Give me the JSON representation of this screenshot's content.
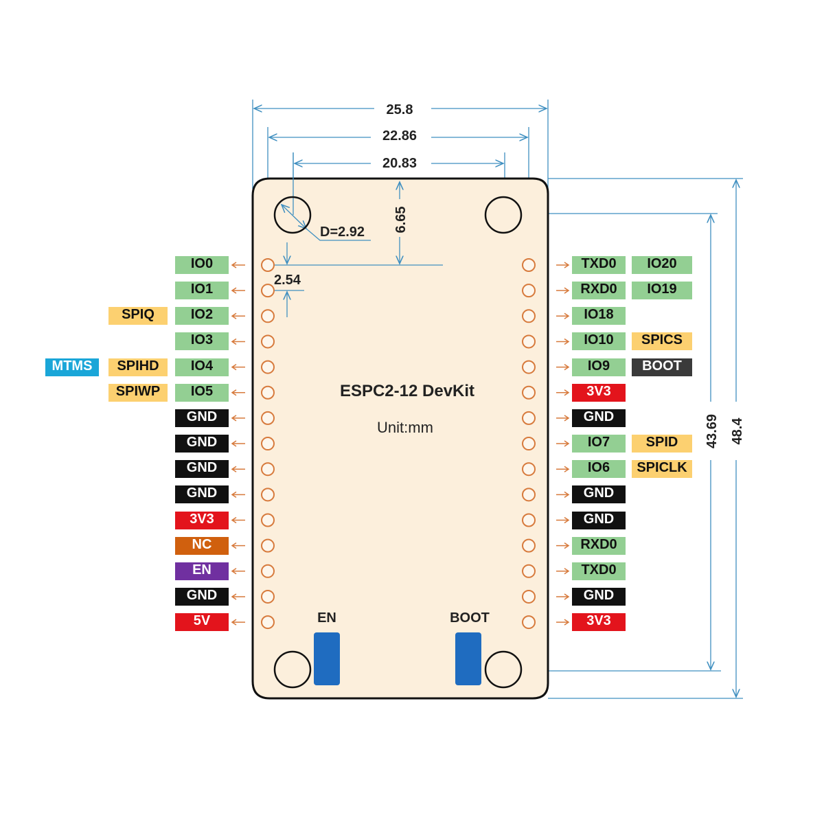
{
  "board": {
    "title": "ESPC2-12 DevKit",
    "unit": "Unit:mm",
    "button_en": "EN",
    "button_boot": "BOOT"
  },
  "dimensions": {
    "overall_width": "25.8",
    "pin_row_spacing": "22.86",
    "hole_spacing_x": "20.83",
    "hole_diameter": "D=2.92",
    "top_offset": "6.65",
    "pin_pitch": "2.54",
    "hole_spacing_y": "43.69",
    "overall_height": "48.4"
  },
  "colors": {
    "gpio": "#93cf93",
    "spi": "#fcd070",
    "gnd": "#111111",
    "power": "#e3141c",
    "nc": "#d0600e",
    "en": "#7030a0",
    "jtag": "#1aa6d8",
    "boot": "#3a3a3a",
    "board": "#fcefdc",
    "button": "#1f6cc0",
    "pin": "#d77a3c",
    "dim": "#3f8fc0"
  },
  "left_pins": [
    [
      {
        "text": "IO0",
        "type": "gpio"
      }
    ],
    [
      {
        "text": "IO1",
        "type": "gpio"
      }
    ],
    [
      {
        "text": "IO2",
        "type": "gpio"
      },
      {
        "text": "SPIQ",
        "type": "spi"
      }
    ],
    [
      {
        "text": "IO3",
        "type": "gpio"
      }
    ],
    [
      {
        "text": "IO4",
        "type": "gpio"
      },
      {
        "text": "SPIHD",
        "type": "spi"
      },
      {
        "text": "MTMS",
        "type": "jtag"
      }
    ],
    [
      {
        "text": "IO5",
        "type": "gpio"
      },
      {
        "text": "SPIWP",
        "type": "spi"
      }
    ],
    [
      {
        "text": "GND",
        "type": "gnd"
      }
    ],
    [
      {
        "text": "GND",
        "type": "gnd"
      }
    ],
    [
      {
        "text": "GND",
        "type": "gnd"
      }
    ],
    [
      {
        "text": "GND",
        "type": "gnd"
      }
    ],
    [
      {
        "text": "3V3",
        "type": "power"
      }
    ],
    [
      {
        "text": "NC",
        "type": "nc"
      }
    ],
    [
      {
        "text": "EN",
        "type": "en"
      }
    ],
    [
      {
        "text": "GND",
        "type": "gnd"
      }
    ],
    [
      {
        "text": "5V",
        "type": "power"
      }
    ]
  ],
  "right_pins": [
    [
      {
        "text": "TXD0",
        "type": "gpio"
      },
      {
        "text": "IO20",
        "type": "gpio"
      }
    ],
    [
      {
        "text": "RXD0",
        "type": "gpio"
      },
      {
        "text": "IO19",
        "type": "gpio"
      }
    ],
    [
      {
        "text": "IO18",
        "type": "gpio"
      }
    ],
    [
      {
        "text": "IO10",
        "type": "gpio"
      },
      {
        "text": "SPICS",
        "type": "spi"
      }
    ],
    [
      {
        "text": "IO9",
        "type": "gpio"
      },
      {
        "text": "BOOT",
        "type": "boot"
      }
    ],
    [
      {
        "text": "3V3",
        "type": "power"
      }
    ],
    [
      {
        "text": "GND",
        "type": "gnd"
      }
    ],
    [
      {
        "text": "IO7",
        "type": "gpio"
      },
      {
        "text": "SPID",
        "type": "spi"
      }
    ],
    [
      {
        "text": "IO6",
        "type": "gpio"
      },
      {
        "text": "SPICLK",
        "type": "spi"
      }
    ],
    [
      {
        "text": "GND",
        "type": "gnd"
      }
    ],
    [
      {
        "text": "GND",
        "type": "gnd"
      }
    ],
    [
      {
        "text": "RXD0",
        "type": "gpio"
      }
    ],
    [
      {
        "text": "TXD0",
        "type": "gpio"
      }
    ],
    [
      {
        "text": "GND",
        "type": "gnd"
      }
    ],
    [
      {
        "text": "3V3",
        "type": "power"
      }
    ]
  ]
}
